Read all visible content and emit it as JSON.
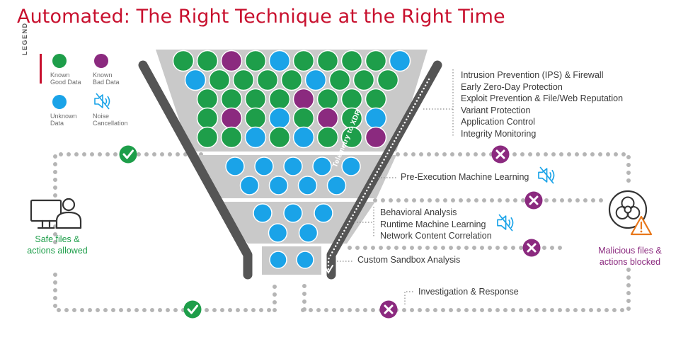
{
  "title": "Automated: The Right Technique at the Right Time",
  "colors": {
    "known_good": "#1e9e4a",
    "known_bad": "#8b2a7f",
    "unknown": "#1aa3e8",
    "title_red": "#c8102e",
    "safe_green": "#1e9e4a",
    "blocked_purple": "#8b2a7f",
    "warning_orange": "#e8771a",
    "funnel_gray": "#c8c8c8",
    "wall_dark": "#555555",
    "dot_gray": "#b5b5b5"
  },
  "legend": {
    "heading": "LEGEND",
    "items": [
      {
        "label": "Known\nGood Data",
        "kind": "known_good"
      },
      {
        "label": "Known\nBad Data",
        "kind": "known_bad"
      },
      {
        "label": "Unknown\nData",
        "kind": "unknown"
      },
      {
        "label": "Noise\nCancellation",
        "kind": "noise-icon"
      }
    ]
  },
  "funnel": {
    "tiers": [
      {
        "rows": [
          [
            "G",
            "G",
            "P",
            "G",
            "B",
            "G",
            "G",
            "G",
            "G",
            "B"
          ],
          [
            "B",
            "G",
            "G",
            "G",
            "G",
            "B",
            "G",
            "G",
            "G"
          ],
          [
            "G",
            "G",
            "G",
            "G",
            "P",
            "G",
            "G",
            "G"
          ],
          [
            "G",
            "P",
            "G",
            "B",
            "G",
            "P",
            "G",
            "B"
          ],
          [
            "G",
            "G",
            "B",
            "G",
            "B",
            "G",
            "G",
            "P"
          ]
        ]
      },
      {
        "rows": [
          [
            "B",
            "B",
            "B",
            "B",
            "B"
          ],
          [
            "B",
            "B",
            "B",
            "B"
          ]
        ]
      },
      {
        "rows": [
          [
            "B",
            "B",
            "B"
          ],
          [
            "B",
            "B"
          ]
        ]
      },
      {
        "rows": [
          [
            "B",
            "B"
          ]
        ]
      }
    ],
    "telemetry_label": "Telemetry to XDR"
  },
  "techniques": {
    "tier1": [
      "Intrusion Prevention (IPS) & Firewall",
      "Early Zero-Day Protection",
      "Exploit Prevention & File/Web Reputation",
      "Variant Protection",
      "Application Control",
      "Integrity Monitoring"
    ],
    "tier2": "Pre-Execution Machine Learning",
    "tier3": [
      "Behavioral Analysis",
      "Runtime Machine Learning",
      "Network Content Correlation"
    ],
    "tier4": "Custom Sandbox Analysis",
    "tier5": "Investigation & Response"
  },
  "outcomes": {
    "safe": "Safe files &\nactions allowed",
    "blocked": "Malicious files &\nactions blocked"
  },
  "icons": {
    "safe": "user-computer-icon",
    "blocked": "biohazard-warning-icon",
    "allow": "check-circle-icon",
    "deny": "x-circle-icon",
    "noise": "speaker-muted-icon"
  }
}
